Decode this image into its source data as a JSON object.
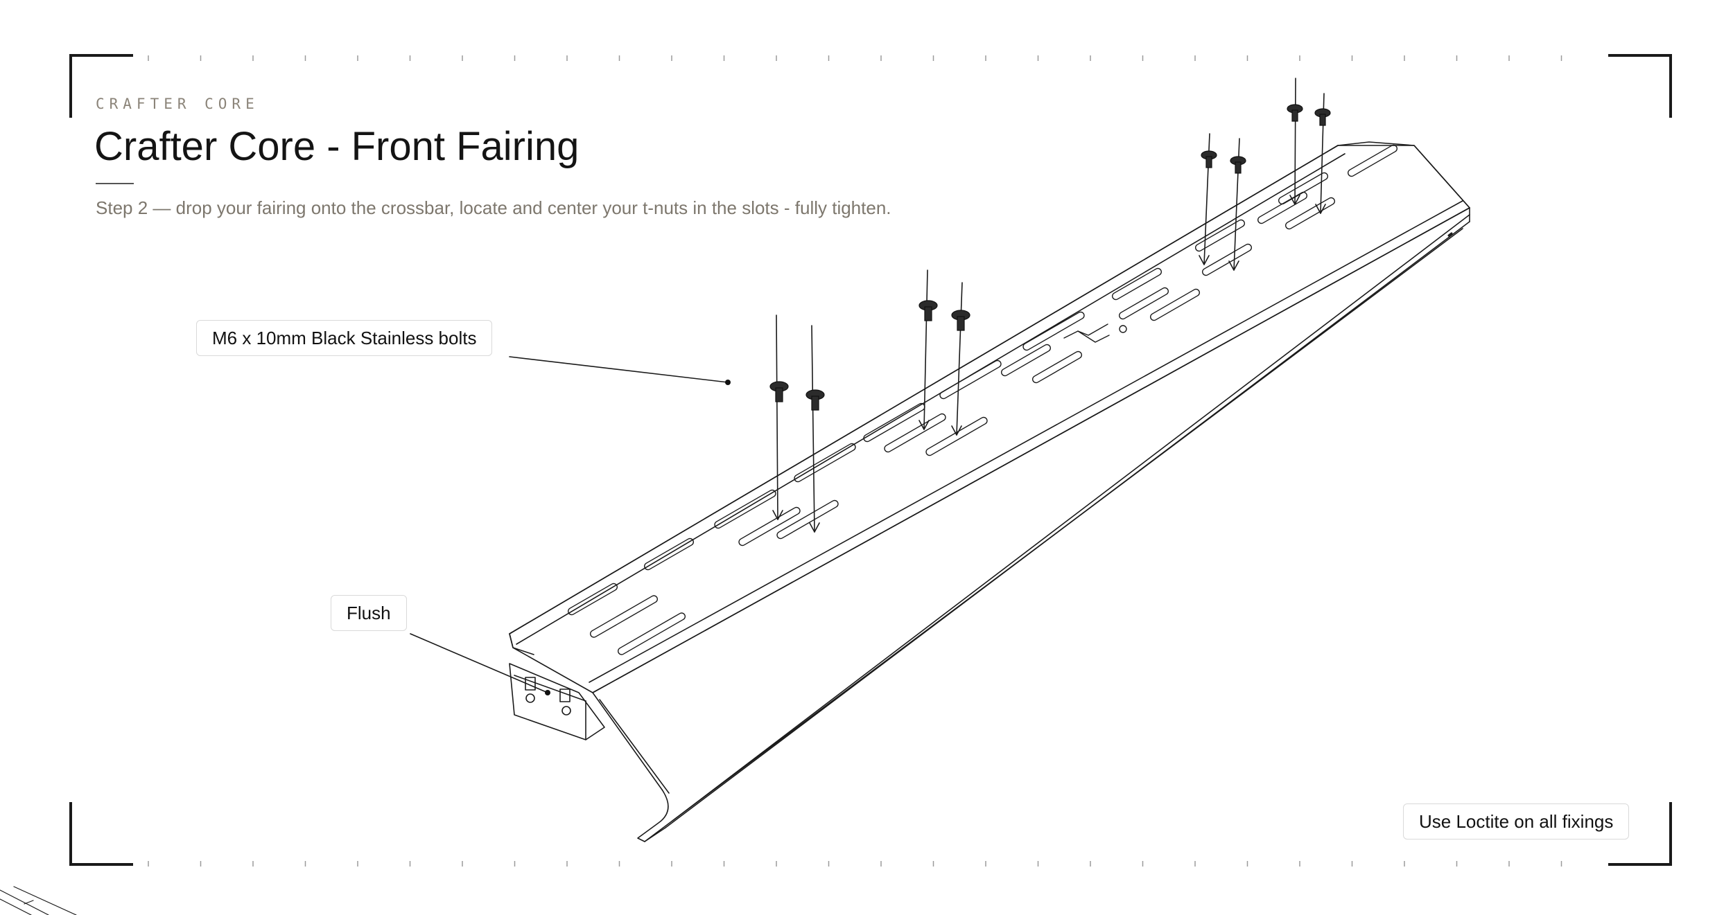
{
  "header": {
    "brand": "CRAFTER CORE",
    "title": "Crafter Core - Front Fairing",
    "subtitle": "Step 2 — drop your fairing onto the crossbar, locate and center your t-nuts in the slots - fully tighten."
  },
  "callouts": {
    "bolts_label": "M6 x 10mm Black Stainless bolts",
    "flush_label": "Flush",
    "loctite_note": "Use Loctite on all fixings"
  },
  "colors": {
    "line": "#1a1a1a",
    "brand_text": "#8b8479",
    "subtitle_text": "#7d776d",
    "bolt_fill": "#2b2b2b"
  }
}
